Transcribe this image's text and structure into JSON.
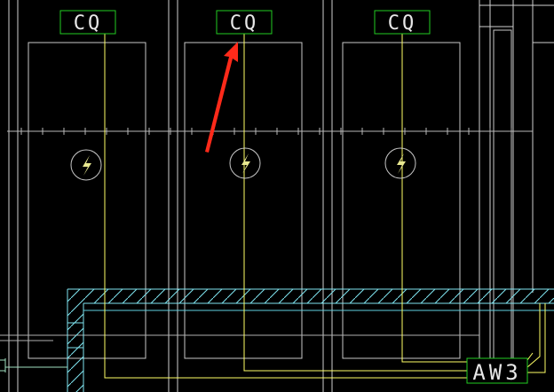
{
  "drawing": {
    "labels": {
      "cq_left": "CQ",
      "cq_middle": "CQ",
      "cq_right": "CQ",
      "panel": "AW3"
    },
    "colors": {
      "background": "#000000",
      "wall_line": "#d0d0d0",
      "dim_line": "#b8b8b8",
      "label_box": "#22cc22",
      "label_text": "#e8e8e8",
      "wire": "#ffff66",
      "hatch": "#7fe5f0",
      "arrow": "#ff2a1a",
      "socket": "#c8c8c8",
      "socket_glyph": "#e8e890"
    },
    "icons": {
      "socket": "lightning-socket-icon",
      "pointer": "red-arrow-icon"
    }
  }
}
